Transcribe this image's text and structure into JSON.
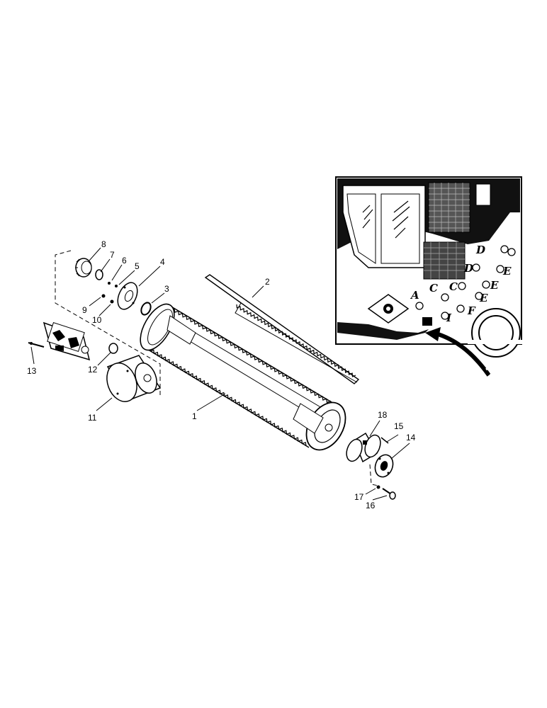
{
  "diagram": {
    "part_labels": [
      "1",
      "2",
      "3",
      "4",
      "5",
      "6",
      "7",
      "8",
      "9",
      "10",
      "11",
      "12",
      "13",
      "14",
      "15",
      "16",
      "17",
      "18"
    ],
    "inset_labels": [
      "A",
      "C",
      "C",
      "D",
      "D",
      "E",
      "E",
      "E",
      "F",
      "I"
    ]
  }
}
